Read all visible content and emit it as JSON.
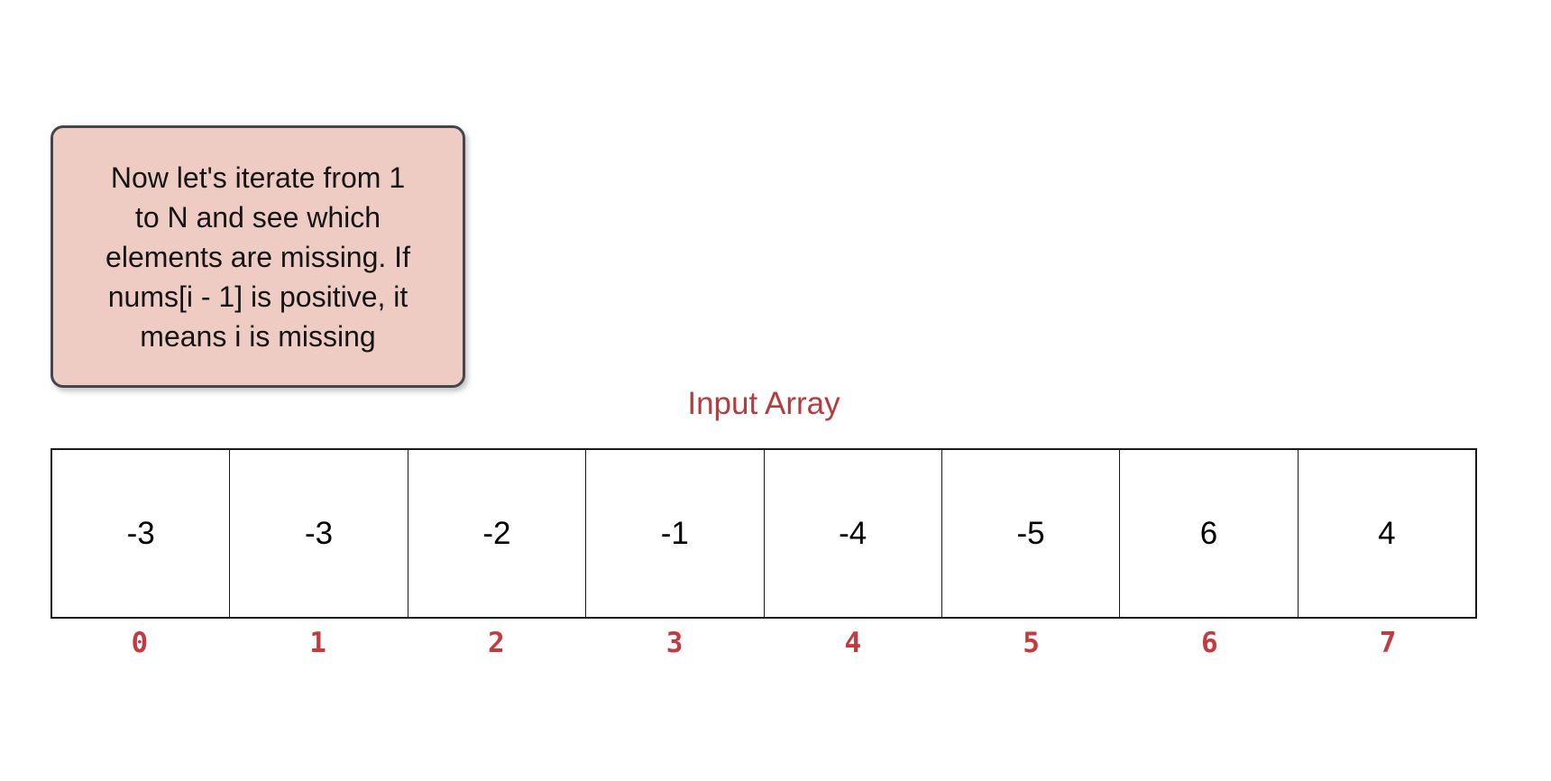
{
  "note_box": {
    "lines": [
      "Now let's iterate from 1",
      "to N and see which",
      "elements are missing. If",
      "nums[i - 1] is positive, it",
      "means i is missing"
    ]
  },
  "array_section": {
    "title": "Input Array",
    "values": [
      "-3",
      "-3",
      "-2",
      "-1",
      "-4",
      "-5",
      "6",
      "4"
    ],
    "indices": [
      "0",
      "1",
      "2",
      "3",
      "4",
      "5",
      "6",
      "7"
    ]
  },
  "colors": {
    "note_fill": "#eeccc4",
    "note_border": "#41464f",
    "title_red": "#b23c3e",
    "index_red": "#c23b40",
    "cell_border": "#1a1a1a",
    "value_text": "#000000",
    "note_text": "#141414",
    "background": "#ffffff"
  }
}
